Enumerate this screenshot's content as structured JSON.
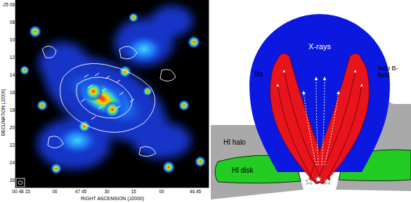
{
  "diagram": {
    "nodes": [
      {
        "text": [
          "X-rays"
        ]
      },
      {
        "text": [
          "HI halo"
        ]
      },
      {
        "text": [
          "HI disk"
        ]
      }
    ],
    "labels": [
      "-25 06",
      "08",
      "10",
      "12",
      "14",
      "16",
      "18",
      "20",
      "22",
      "24",
      "26",
      "DECLINATION (J2000)",
      "00 48 15",
      "00",
      "47 45",
      "30",
      "15",
      "00",
      "46 45",
      "RIGHT ASCENSION (J2000)",
      "IIα",
      "halo B-field"
    ]
  }
}
